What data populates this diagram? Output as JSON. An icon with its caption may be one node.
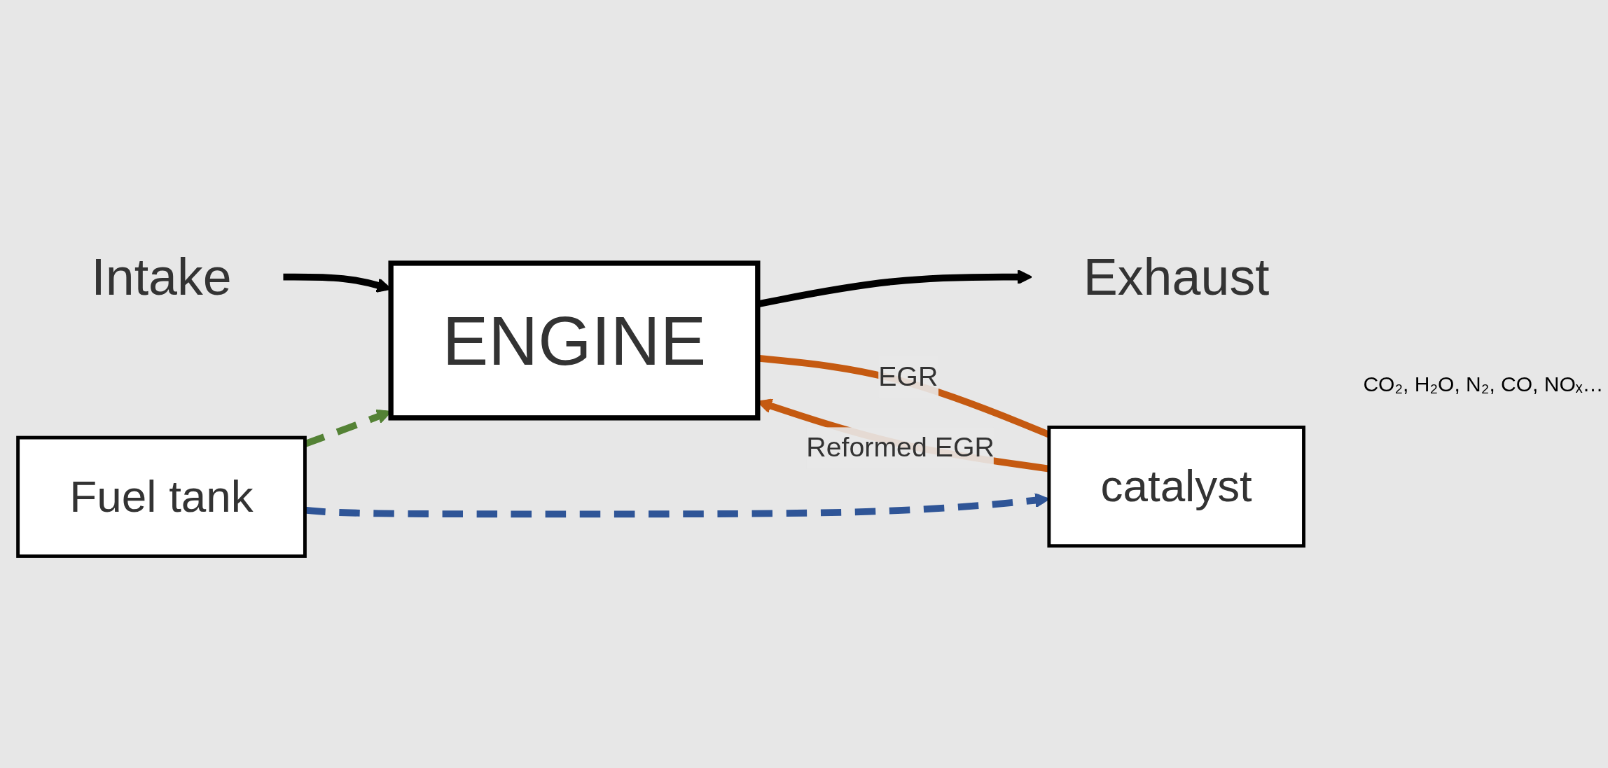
{
  "diagram": {
    "nodes": [
      {
        "text": [
          "Intake"
        ]
      },
      {
        "text": [
          "ENGINE"
        ]
      },
      {
        "text": [
          "Exhaust"
        ]
      },
      {
        "text": [
          "catalyst"
        ]
      },
      {
        "text": [
          "Fuel tank"
        ]
      }
    ],
    "edges": [
      {
        "from": 0,
        "to": 1,
        "arrow": "to",
        "color": "#000000"
      },
      {
        "from": 1,
        "to": 2,
        "arrow": "to",
        "color": "#000000"
      },
      {
        "from": 1,
        "to": 3,
        "arrow": "none",
        "label": "EGR",
        "color": "#c55a11"
      },
      {
        "from": 3,
        "to": 1,
        "arrow": "to",
        "label": "Reformed EGR",
        "color": "#c55a11"
      },
      {
        "from": 4,
        "to": 1,
        "arrow": "to",
        "style": "dashed",
        "color": "#548235"
      },
      {
        "from": 4,
        "to": 3,
        "arrow": "to",
        "style": "dashed",
        "color": "#2f5597"
      }
    ],
    "labels": [
      "CO₂, H₂O, N₂, CO, NOₓ…"
    ]
  }
}
